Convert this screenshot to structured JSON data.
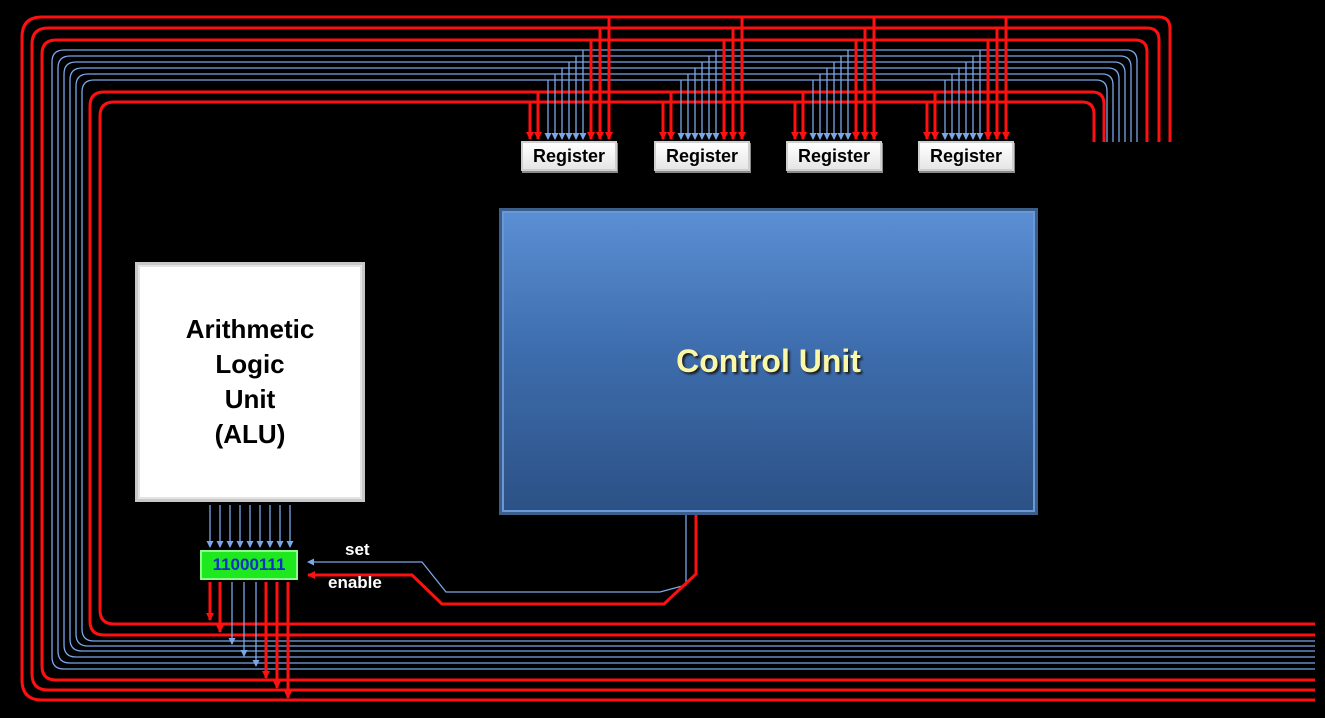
{
  "colors": {
    "background": "#000000",
    "enable_wire": "#ff1010",
    "set_wire": "#7aa7e6",
    "control_unit_fill": "#4a7fc4",
    "control_unit_text": "#fbf7a9",
    "bus_register_fill": "#1ee81e",
    "bus_register_text": "#1030c8"
  },
  "registers": [
    {
      "label": "Register"
    },
    {
      "label": "Register"
    },
    {
      "label": "Register"
    },
    {
      "label": "Register"
    }
  ],
  "alu": {
    "label": "Arithmetic\nLogic\nUnit\n(ALU)"
  },
  "control_unit": {
    "label": "Control Unit"
  },
  "bus_register": {
    "value": "11000111"
  },
  "signals": {
    "set": "set",
    "enable": "enable"
  }
}
